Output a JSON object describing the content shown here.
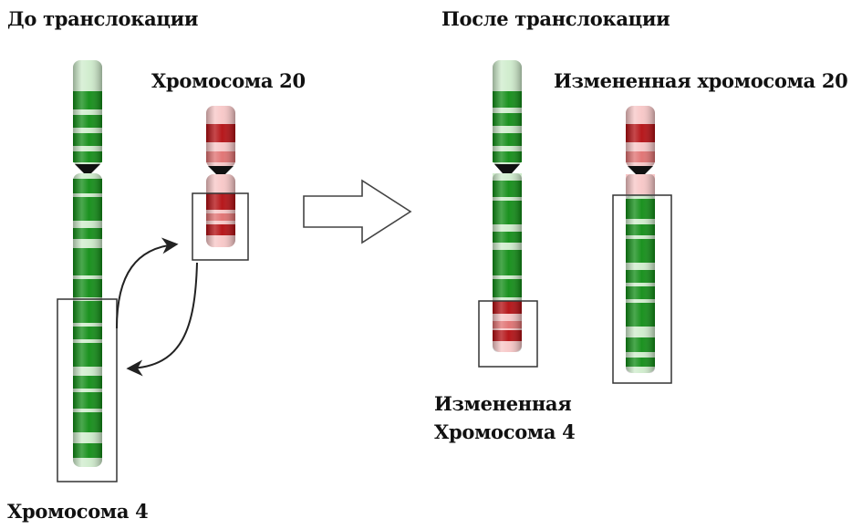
{
  "labels": {
    "before_title": "До транслокации",
    "after_title": "После транслокации",
    "chr20": "Хромосома 20",
    "chr4": "Хромосома 4",
    "mod_chr20": "Измененная хромосома 20",
    "mod_chr4_line1": "Измененная",
    "mod_chr4_line2": "Хромосома 4"
  },
  "colors": {
    "chr4_green": "#0f8c14",
    "chr4_light": "#cfeccc",
    "chr20_red": "#b30c10",
    "chr20_light": "#f7c6c6",
    "centromere": "#111111",
    "box": "#333333"
  },
  "icons": {
    "swap": "curved-double-arrow-icon",
    "transition": "hollow-right-arrow-icon"
  }
}
